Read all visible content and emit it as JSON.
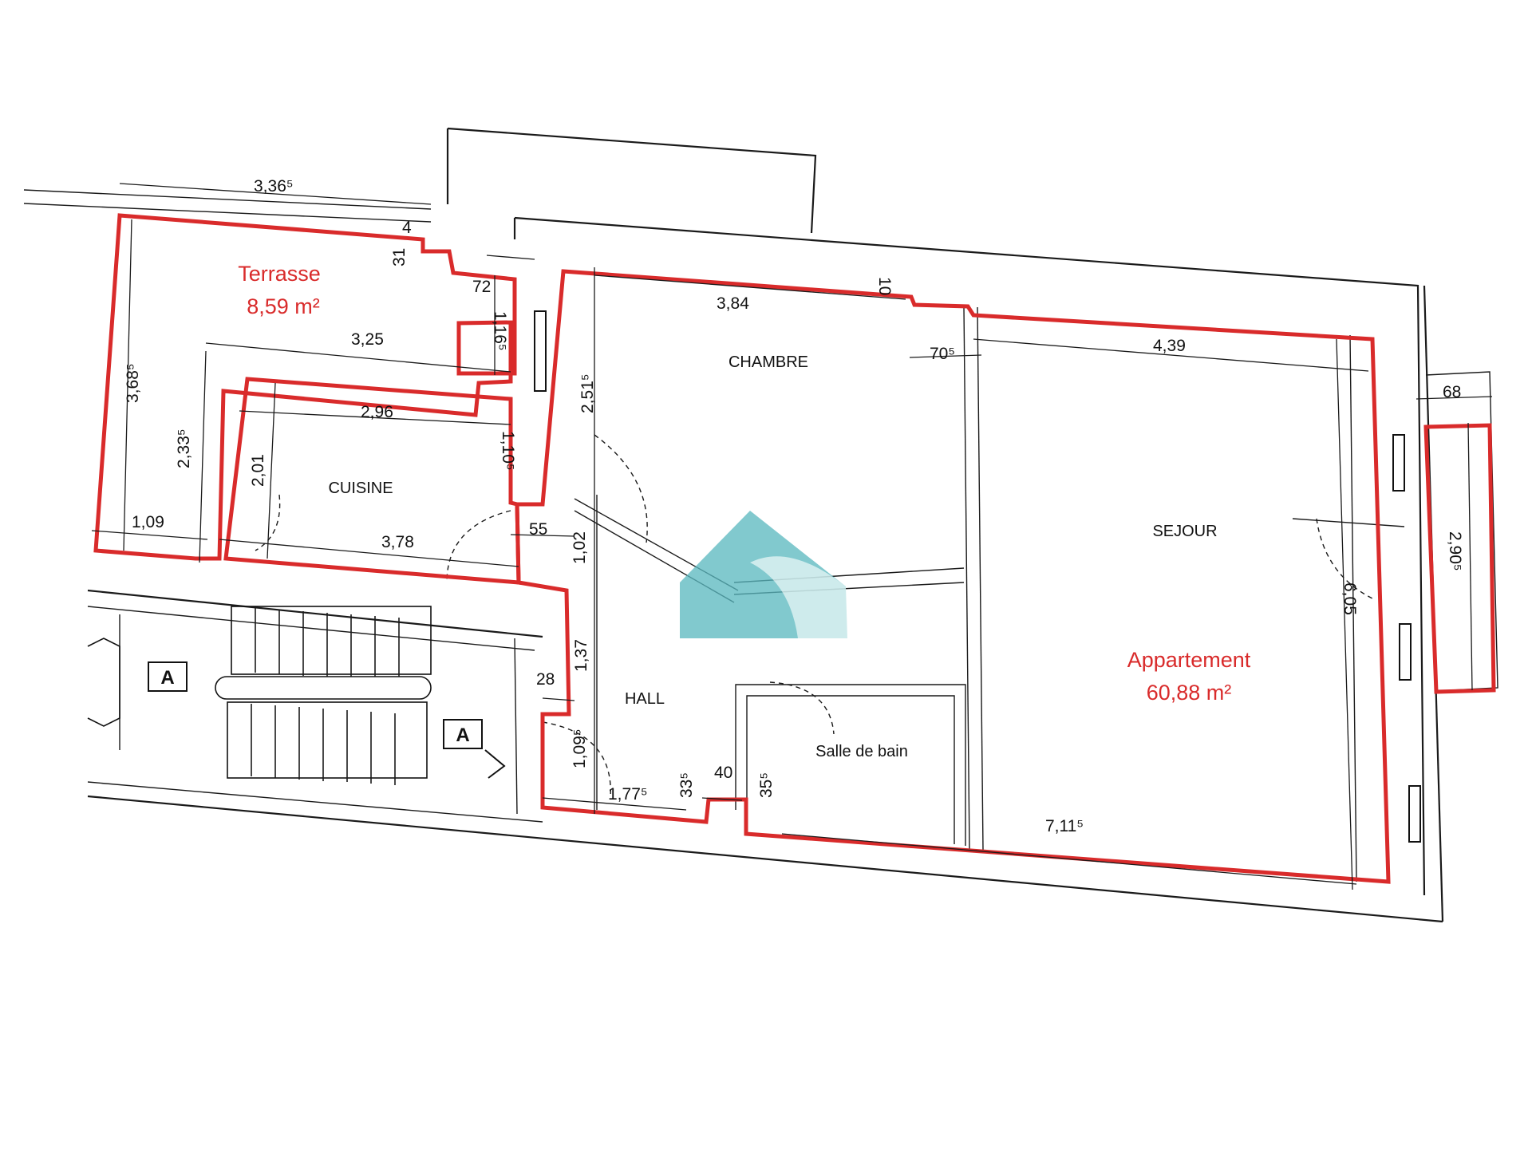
{
  "rooms": {
    "terrasse": "Terrasse",
    "cuisine": "CUISINE",
    "chambre": "CHAMBRE",
    "sejour": "SEJOUR",
    "hall": "HALL",
    "salle_de_bain": "Salle de bain"
  },
  "areas": {
    "terrasse_label": "Terrasse",
    "terrasse_value": "8,59 m²",
    "appartement_label": "Appartement",
    "appartement_value": "60,88 m²"
  },
  "dimensions": {
    "d_3365": "3,36⁵",
    "d_4": "4",
    "d_31": "31",
    "d_72": "72",
    "d_1165": "1,16⁵",
    "d_3685": "3,68⁵",
    "d_325": "3,25",
    "d_296": "2,96",
    "d_2335": "2,33⁵",
    "d_201": "2,01",
    "d_1105": "1,10⁵",
    "d_109": "1,09",
    "d_378": "3,78",
    "d_55": "55",
    "d_102": "1,02",
    "d_2515": "2,51⁵",
    "d_384": "3,84",
    "d_10": "10",
    "d_705": "70⁵",
    "d_439": "4,39",
    "d_68": "68",
    "d_2905": "2,90⁵",
    "d_605": "6,05",
    "d_137": "1,37",
    "d_28": "28",
    "d_1095": "1,09⁵",
    "d_1775": "1,77⁵",
    "d_335": "33⁵",
    "d_40": "40",
    "d_355": "35⁵",
    "d_7115": "7,11⁵"
  },
  "section_marks": [
    "A",
    "A"
  ],
  "colors": {
    "outline": "#d92b2b",
    "watermark_dark": "#5bb9c0",
    "watermark_light": "#c9e9ea"
  }
}
